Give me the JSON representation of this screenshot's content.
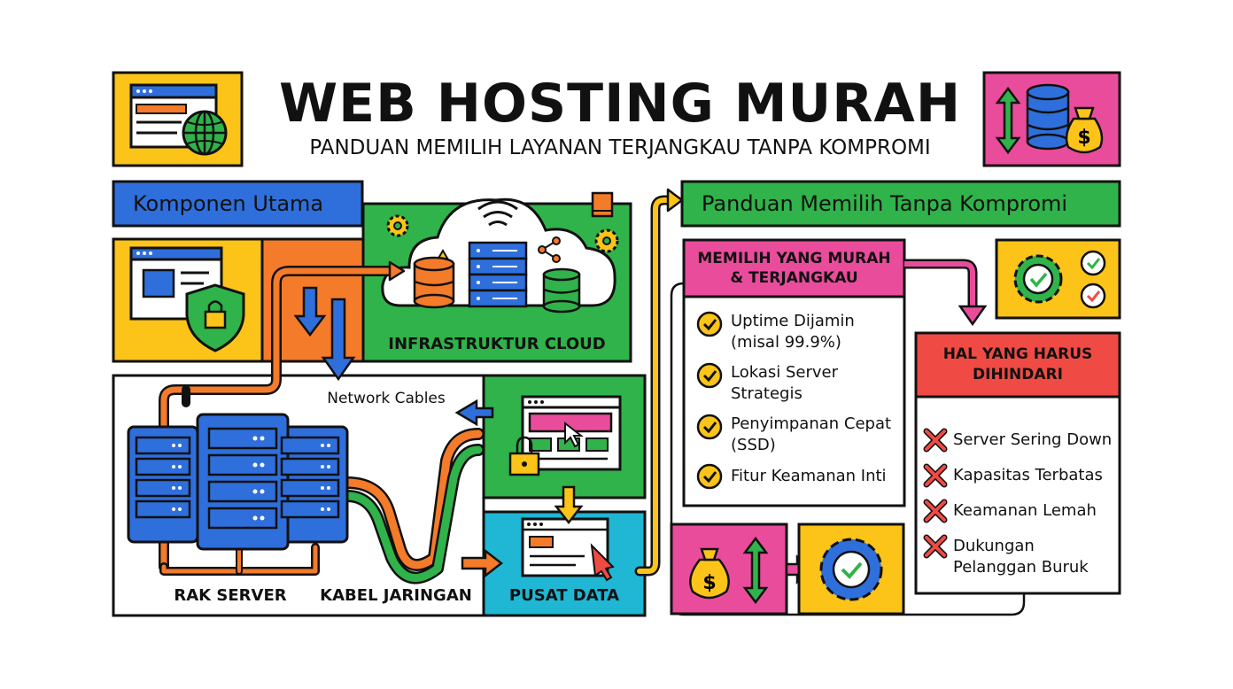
{
  "header": {
    "title": "WEB HOSTING MURAH",
    "subtitle": "PANDUAN MEMILIH LAYANAN TERJANGKAU TANPA KOMPROMI"
  },
  "left_section": {
    "heading": "Komponen Utama",
    "cloud_label": "INFRASTRUKTUR CLOUD",
    "network_cables_label": "Network Cables",
    "server_rack_label": "RAK SERVER",
    "network_cable_label": "KABEL JARINGAN",
    "data_center_label": "PUSAT DATA"
  },
  "right_section": {
    "heading": "Panduan Memilih Tanpa Kompromi",
    "choose": {
      "title_line1": "MEMILIH YANG MURAH",
      "title_line2": "& TERJANGKAU",
      "items": [
        {
          "line1": "Uptime Dijamin",
          "line2": "(misal 99.9%)"
        },
        {
          "line1": "Lokasi Server",
          "line2": "Strategis"
        },
        {
          "line1": "Penyimpanan Cepat",
          "line2": "(SSD)"
        },
        {
          "line1": "Fitur Keamanan Inti",
          "line2": ""
        }
      ]
    },
    "avoid": {
      "title_line1": "HAL YANG HARUS",
      "title_line2": "DIHINDARI",
      "items": [
        {
          "line1": "Server Sering Down",
          "line2": ""
        },
        {
          "line1": "Kapasitas Terbatas",
          "line2": ""
        },
        {
          "line1": "Keamanan Lemah",
          "line2": ""
        },
        {
          "line1": "Dukungan",
          "line2": "Pelanggan Buruk"
        }
      ]
    }
  },
  "colors": {
    "yellow": "#fcc419",
    "orange": "#f47b2a",
    "green": "#2fb34a",
    "blue": "#2f6fdc",
    "pink": "#ea4c9c",
    "cyan": "#1fb7d4",
    "red": "#f04a45"
  }
}
